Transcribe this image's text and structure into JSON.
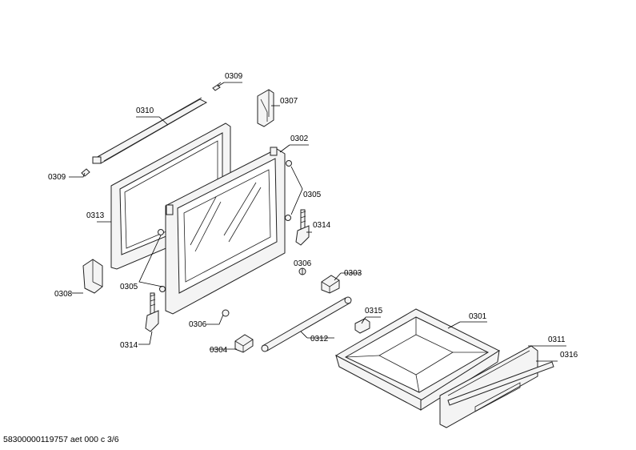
{
  "labels": {
    "l0309a": "0309",
    "l0310": "0310",
    "l0307": "0307",
    "l0302": "0302",
    "l0309b": "0309",
    "l0313": "0313",
    "l0305a": "0305",
    "l0314a": "0314",
    "l0306a": "0306",
    "l0303": "0303",
    "l0308": "0308",
    "l0305b": "0305",
    "l0315": "0315",
    "l0301": "0301",
    "l0306b": "0306",
    "l0314b": "0314",
    "l0304": "0304",
    "l0312": "0312",
    "l0311": "0311",
    "l0316": "0316"
  },
  "footer": "58300000119757 aet 000 c 3/6"
}
